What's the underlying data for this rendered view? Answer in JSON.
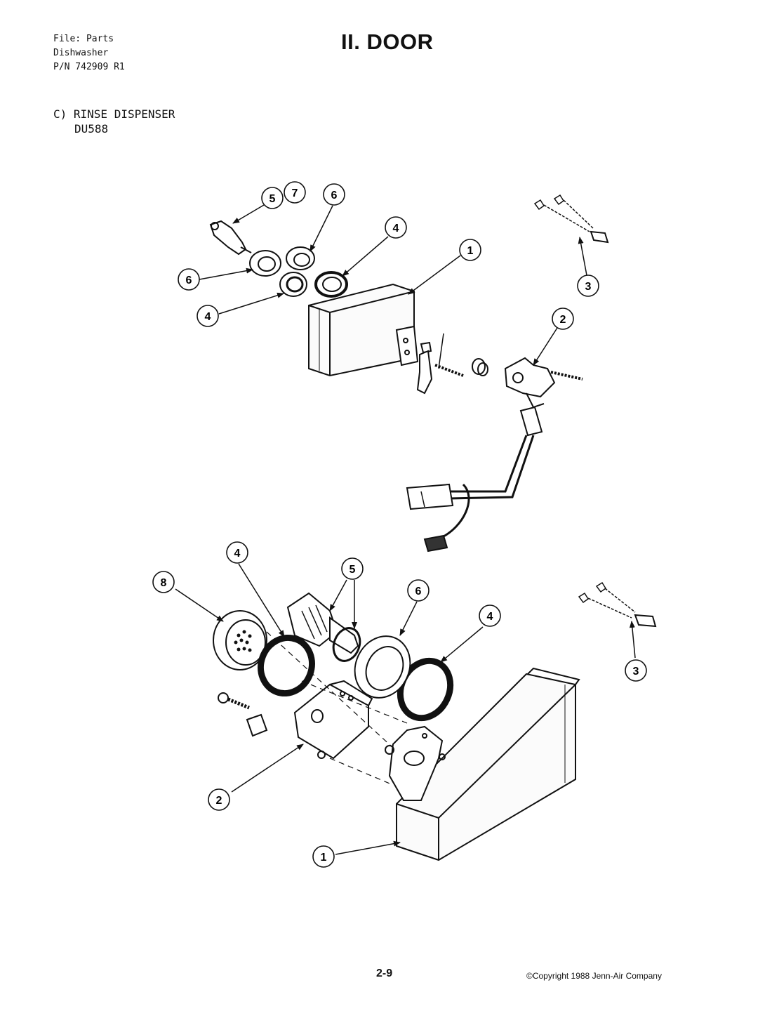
{
  "header": {
    "file_line": "File: Parts",
    "product_line": "Dishwasher",
    "part_number_line": "P/N 742909 R1",
    "title": "II. DOOR"
  },
  "section": {
    "heading": "C) RINSE DISPENSER",
    "model": "DU588"
  },
  "callouts": {
    "top": [
      "5",
      "7",
      "6",
      "4",
      "1",
      "6",
      "4",
      "3",
      "2"
    ],
    "bottom": [
      "4",
      "5",
      "6",
      "4",
      "8",
      "3",
      "2",
      "1"
    ]
  },
  "footer": {
    "page_number": "2-9",
    "copyright": "©Copyright 1988 Jenn-Air Company"
  }
}
